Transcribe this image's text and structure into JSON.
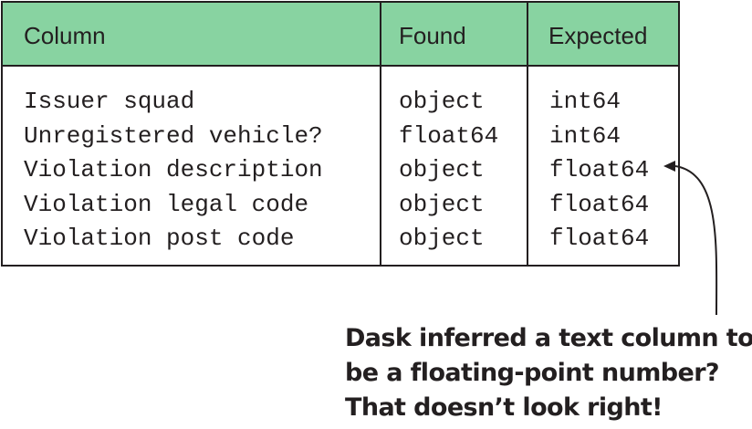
{
  "table": {
    "headers": [
      "Column",
      "Found",
      "Expected"
    ],
    "rows": [
      {
        "column": "Issuer squad",
        "found": "object",
        "expected": "int64"
      },
      {
        "column": "Unregistered vehicle?",
        "found": "float64",
        "expected": "int64"
      },
      {
        "column": "Violation description",
        "found": "object",
        "expected": "float64"
      },
      {
        "column": "Violation legal code",
        "found": "object",
        "expected": "float64"
      },
      {
        "column": "Violation post code",
        "found": "object",
        "expected": "float64"
      }
    ]
  },
  "annotation": {
    "lines": [
      "Dask inferred a text column to",
      "be a floating-point number?",
      "That doesn’t look right!"
    ]
  },
  "colors": {
    "header_fill": "#88d3a1",
    "line": "#231f20"
  }
}
